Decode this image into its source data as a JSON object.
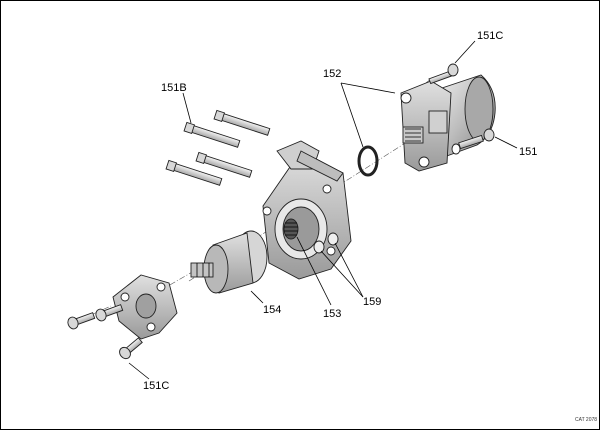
{
  "diagram": {
    "labels": {
      "screw_151c_top": "151C",
      "oring_152": "152",
      "bolts_151b": "151B",
      "screw_151": "151",
      "drive_154": "154",
      "gear_153": "153",
      "bushings_159": "159",
      "screws_151c_bottom": "151C"
    },
    "drawing_code": "CAT 2078"
  }
}
